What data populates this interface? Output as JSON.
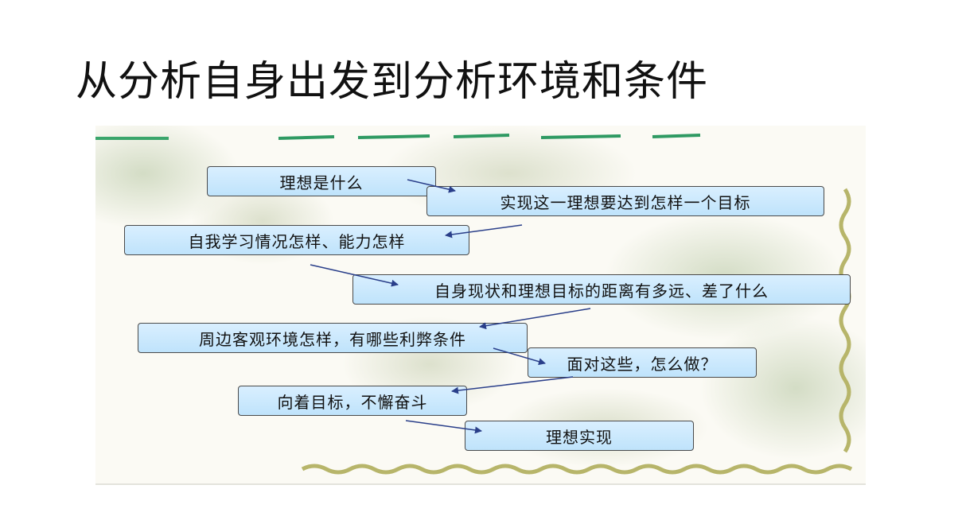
{
  "title": "从分析自身出发到分析环境和条件",
  "nodes": [
    "理想是什么",
    "实现这一理想要达到怎样一个目标",
    "自我学习情况怎样、能力怎样",
    "自身现状和理想目标的距离有多远、差了什么",
    "周边客观环境怎样，有哪些利弊条件",
    "面对这些，怎么做？",
    "向着目标，不懈奋斗",
    "理想实现"
  ],
  "colors": {
    "box_fill": "#c8e8fc",
    "box_border": "#4a4a4a",
    "arrow": "#2a3f8a",
    "vine": "#b7b56a"
  }
}
